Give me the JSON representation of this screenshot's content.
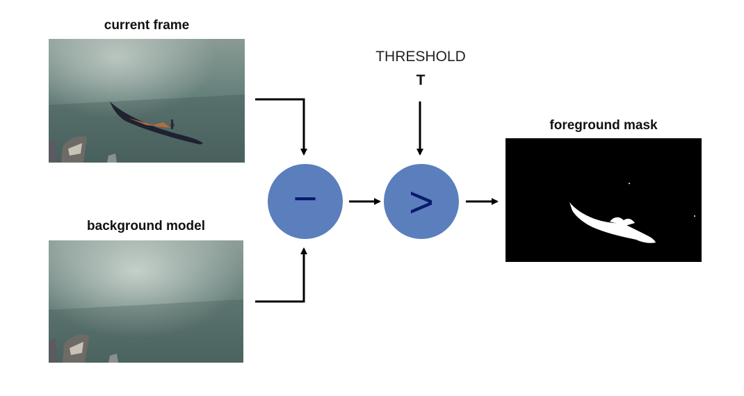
{
  "inputs": {
    "current_frame": {
      "label": "current frame"
    },
    "background_model": {
      "label": "background model"
    }
  },
  "threshold": {
    "title": "THRESHOLD",
    "symbol": "T"
  },
  "operators": {
    "subtract": {
      "symbol": "−"
    },
    "compare": {
      "symbol": ">"
    }
  },
  "output": {
    "label": "foreground mask"
  },
  "colors": {
    "operator_fill": "#5b7fbd",
    "operator_symbol": "#0a1a6e",
    "arrow": "#000000",
    "water": "#5a7471",
    "mask_bg": "#000000",
    "mask_fg": "#ffffff"
  }
}
